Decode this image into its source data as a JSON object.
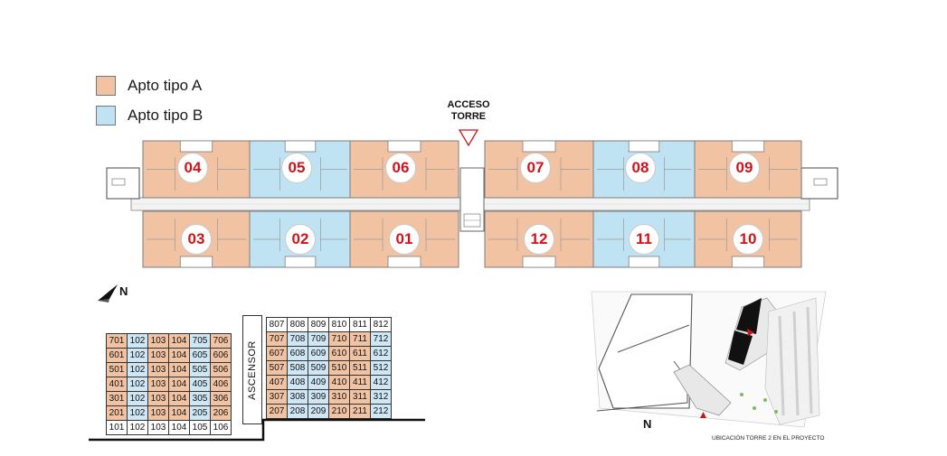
{
  "legend": {
    "a_label": "Apto tipo A",
    "b_label": "Apto tipo B",
    "a_color": "#f2c3a2",
    "b_color": "#bfe3f3"
  },
  "access": {
    "line1": "ACCESO",
    "line2": "TORRE"
  },
  "apartments_top": [
    {
      "num": "04",
      "type": "A"
    },
    {
      "num": "05",
      "type": "B"
    },
    {
      "num": "06",
      "type": "A"
    },
    {
      "num": "07",
      "type": "A"
    },
    {
      "num": "08",
      "type": "B"
    },
    {
      "num": "09",
      "type": "A"
    }
  ],
  "apartments_bottom": [
    {
      "num": "03",
      "type": "A"
    },
    {
      "num": "02",
      "type": "B"
    },
    {
      "num": "01",
      "type": "A"
    },
    {
      "num": "12",
      "type": "A"
    },
    {
      "num": "11",
      "type": "B"
    },
    {
      "num": "10",
      "type": "A"
    }
  ],
  "north_label": "N",
  "left_table": [
    [
      {
        "v": "701",
        "t": "A"
      },
      {
        "v": "102",
        "t": "B"
      },
      {
        "v": "103",
        "t": "A"
      },
      {
        "v": "104",
        "t": "A"
      },
      {
        "v": "705",
        "t": "B"
      },
      {
        "v": "706",
        "t": "A"
      }
    ],
    [
      {
        "v": "601",
        "t": "A"
      },
      {
        "v": "102",
        "t": "B"
      },
      {
        "v": "103",
        "t": "A"
      },
      {
        "v": "104",
        "t": "A"
      },
      {
        "v": "605",
        "t": "B"
      },
      {
        "v": "606",
        "t": "A"
      }
    ],
    [
      {
        "v": "501",
        "t": "A"
      },
      {
        "v": "102",
        "t": "B"
      },
      {
        "v": "103",
        "t": "A"
      },
      {
        "v": "104",
        "t": "A"
      },
      {
        "v": "505",
        "t": "B"
      },
      {
        "v": "506",
        "t": "A"
      }
    ],
    [
      {
        "v": "401",
        "t": "A"
      },
      {
        "v": "102",
        "t": "B"
      },
      {
        "v": "103",
        "t": "A"
      },
      {
        "v": "104",
        "t": "A"
      },
      {
        "v": "405",
        "t": "B"
      },
      {
        "v": "406",
        "t": "A"
      }
    ],
    [
      {
        "v": "301",
        "t": "A"
      },
      {
        "v": "102",
        "t": "B"
      },
      {
        "v": "103",
        "t": "A"
      },
      {
        "v": "104",
        "t": "A"
      },
      {
        "v": "305",
        "t": "B"
      },
      {
        "v": "306",
        "t": "A"
      }
    ],
    [
      {
        "v": "201",
        "t": "A"
      },
      {
        "v": "102",
        "t": "B"
      },
      {
        "v": "103",
        "t": "A"
      },
      {
        "v": "104",
        "t": "A"
      },
      {
        "v": "205",
        "t": "B"
      },
      {
        "v": "206",
        "t": "A"
      }
    ],
    [
      {
        "v": "101",
        "t": "W"
      },
      {
        "v": "102",
        "t": "W"
      },
      {
        "v": "103",
        "t": "W"
      },
      {
        "v": "104",
        "t": "W"
      },
      {
        "v": "105",
        "t": "W"
      },
      {
        "v": "106",
        "t": "W"
      }
    ]
  ],
  "ascensor": "ASCENSOR",
  "right_table": [
    [
      {
        "v": "807",
        "t": "W"
      },
      {
        "v": "808",
        "t": "W"
      },
      {
        "v": "809",
        "t": "W"
      },
      {
        "v": "810",
        "t": "W"
      },
      {
        "v": "811",
        "t": "W"
      },
      {
        "v": "812",
        "t": "W"
      }
    ],
    [
      {
        "v": "707",
        "t": "A"
      },
      {
        "v": "708",
        "t": "B"
      },
      {
        "v": "709",
        "t": "B"
      },
      {
        "v": "710",
        "t": "A"
      },
      {
        "v": "711",
        "t": "A"
      },
      {
        "v": "712",
        "t": "B"
      }
    ],
    [
      {
        "v": "607",
        "t": "A"
      },
      {
        "v": "608",
        "t": "B"
      },
      {
        "v": "609",
        "t": "B"
      },
      {
        "v": "610",
        "t": "A"
      },
      {
        "v": "611",
        "t": "A"
      },
      {
        "v": "612",
        "t": "B"
      }
    ],
    [
      {
        "v": "507",
        "t": "A"
      },
      {
        "v": "508",
        "t": "B"
      },
      {
        "v": "509",
        "t": "B"
      },
      {
        "v": "510",
        "t": "A"
      },
      {
        "v": "511",
        "t": "A"
      },
      {
        "v": "512",
        "t": "B"
      }
    ],
    [
      {
        "v": "407",
        "t": "A"
      },
      {
        "v": "408",
        "t": "B"
      },
      {
        "v": "409",
        "t": "B"
      },
      {
        "v": "410",
        "t": "A"
      },
      {
        "v": "411",
        "t": "A"
      },
      {
        "v": "412",
        "t": "B"
      }
    ],
    [
      {
        "v": "307",
        "t": "A"
      },
      {
        "v": "308",
        "t": "B"
      },
      {
        "v": "309",
        "t": "B"
      },
      {
        "v": "310",
        "t": "A"
      },
      {
        "v": "311",
        "t": "A"
      },
      {
        "v": "312",
        "t": "B"
      }
    ],
    [
      {
        "v": "207",
        "t": "A"
      },
      {
        "v": "208",
        "t": "B"
      },
      {
        "v": "209",
        "t": "B"
      },
      {
        "v": "210",
        "t": "A"
      },
      {
        "v": "211",
        "t": "A"
      },
      {
        "v": "212",
        "t": "B"
      }
    ]
  ],
  "site_north": "N",
  "site_caption": "UBICACIÓN TORRE 2 EN EL PROYECTO"
}
